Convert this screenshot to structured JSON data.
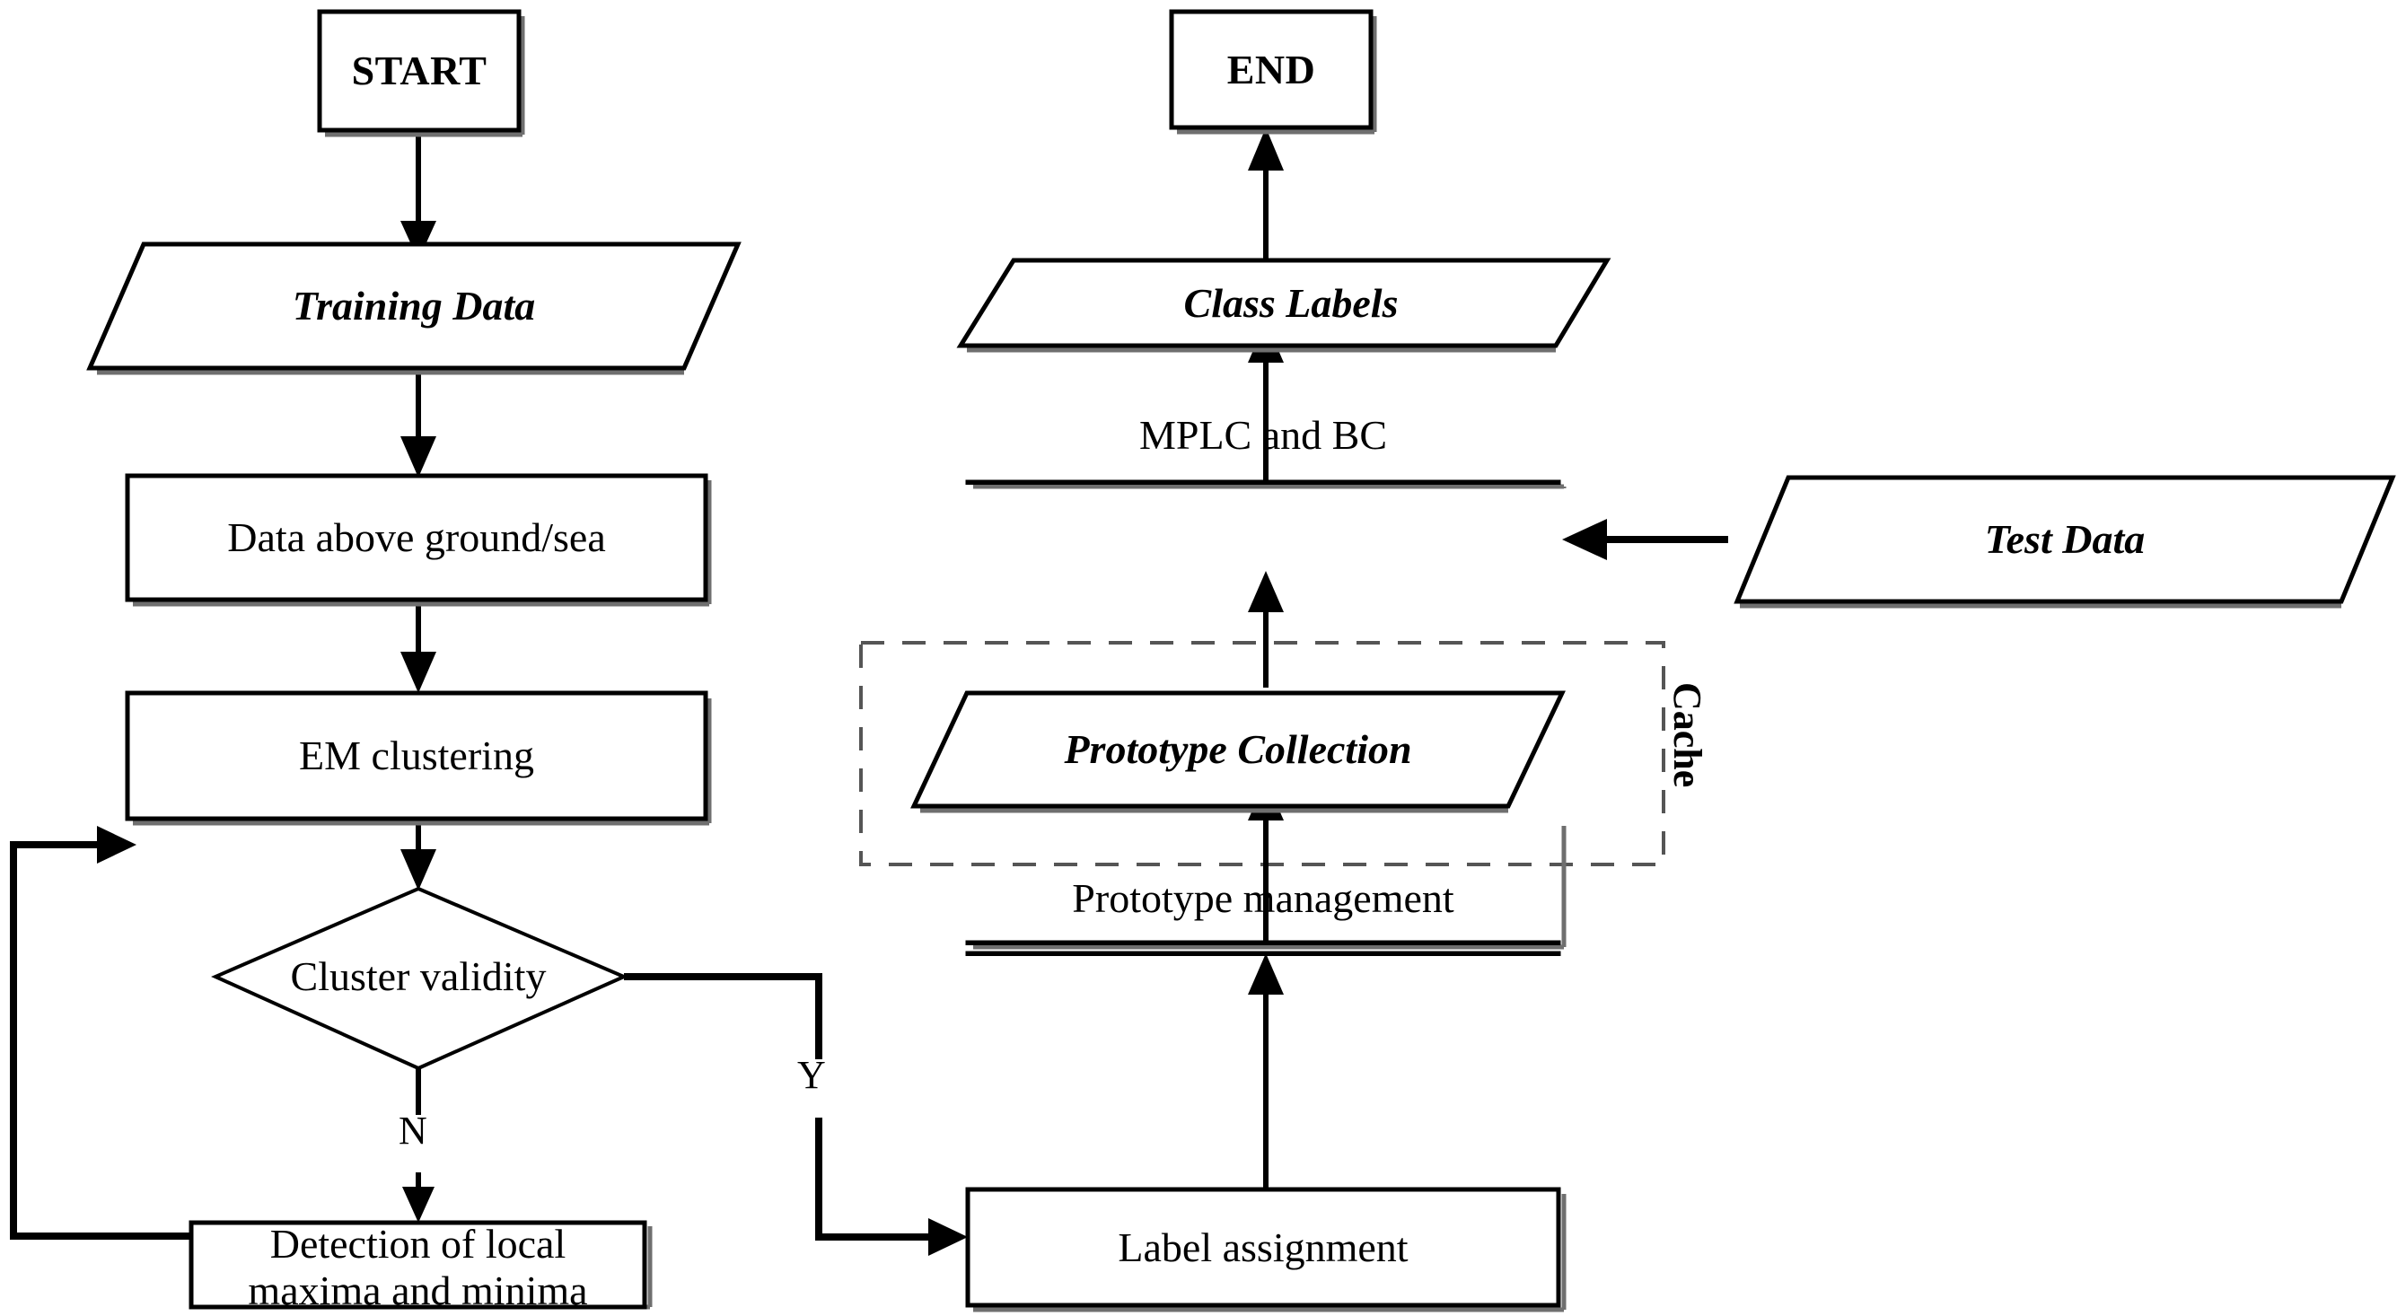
{
  "diagram": {
    "title": "Flowchart of EM clustering based classification with prototype cache",
    "type": "flowchart",
    "background_color": "#ffffff",
    "line_color": "#000000",
    "shadow_color": "#6f6f6f",
    "dashed_group_color": "#555555"
  },
  "nodes": {
    "start": {
      "label": "START",
      "shape": "terminal-box"
    },
    "training_data": {
      "label": "Training Data",
      "shape": "parallelogram-io"
    },
    "data_above_ground": {
      "label": "Data above ground/sea",
      "shape": "process-box"
    },
    "em_clustering": {
      "label": "EM clustering",
      "shape": "process-box"
    },
    "cluster_validity": {
      "label": "Cluster validity",
      "shape": "decision-diamond"
    },
    "detection_local": {
      "label": "Detection of local\nmaxima and minima",
      "shape": "process-box"
    },
    "label_assignment": {
      "label": "Label assignment",
      "shape": "process-box"
    },
    "prototype_management": {
      "label": "Prototype management",
      "shape": "process-box"
    },
    "prototype_collection": {
      "label": "Prototype Collection",
      "shape": "parallelogram-io"
    },
    "mplc_and_bc": {
      "label": "MPLC and BC",
      "shape": "process-box"
    },
    "test_data": {
      "label": "Test Data",
      "shape": "parallelogram-io"
    },
    "class_labels": {
      "label": "Class Labels",
      "shape": "parallelogram-io"
    },
    "end": {
      "label": "END",
      "shape": "terminal-box"
    }
  },
  "groups": {
    "cache": {
      "label": "Cache",
      "style": "dashed",
      "orientation": "vertical-label"
    }
  },
  "edge_labels": {
    "no_branch": "N",
    "yes_branch": "Y"
  },
  "edges": [
    {
      "from": "start",
      "to": "training_data",
      "label": ""
    },
    {
      "from": "training_data",
      "to": "data_above_ground",
      "label": ""
    },
    {
      "from": "data_above_ground",
      "to": "em_clustering",
      "label": ""
    },
    {
      "from": "em_clustering",
      "to": "cluster_validity",
      "label": ""
    },
    {
      "from": "cluster_validity",
      "to": "detection_local",
      "label": "N"
    },
    {
      "from": "detection_local",
      "to": "em_clustering",
      "label": ""
    },
    {
      "from": "cluster_validity",
      "to": "label_assignment",
      "label": "Y"
    },
    {
      "from": "label_assignment",
      "to": "prototype_management",
      "label": ""
    },
    {
      "from": "prototype_management",
      "to": "prototype_collection",
      "label": ""
    },
    {
      "from": "prototype_collection",
      "to": "mplc_and_bc",
      "label": ""
    },
    {
      "from": "test_data",
      "to": "mplc_and_bc",
      "label": ""
    },
    {
      "from": "mplc_and_bc",
      "to": "class_labels",
      "label": ""
    },
    {
      "from": "class_labels",
      "to": "end",
      "label": ""
    }
  ]
}
